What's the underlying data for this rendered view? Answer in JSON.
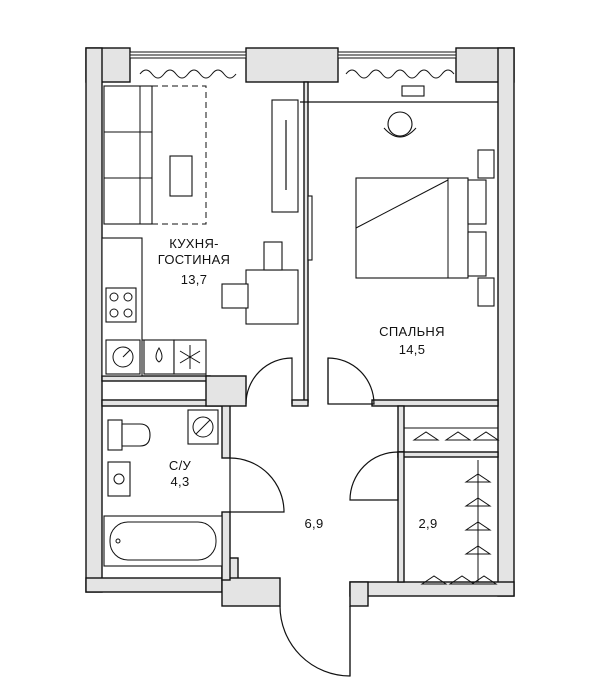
{
  "plan": {
    "rooms": [
      {
        "id": "kitchen-living",
        "line1": "КУХНЯ-",
        "line2": "ГОСТИНАЯ",
        "area": "13,7"
      },
      {
        "id": "bedroom",
        "line1": "СПАЛЬНЯ",
        "area": "14,5"
      },
      {
        "id": "bathroom",
        "line1": "С/У",
        "area": "4,3"
      },
      {
        "id": "hallway",
        "area": "6,9"
      },
      {
        "id": "wardrobe",
        "area": "2,9"
      }
    ]
  }
}
